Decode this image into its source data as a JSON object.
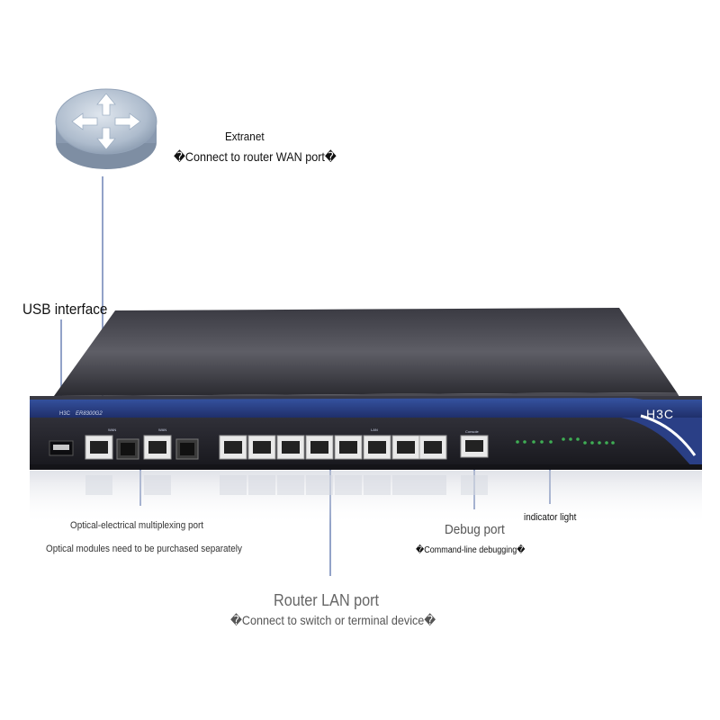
{
  "labels": {
    "extranet_title": "Extranet",
    "extranet_desc": "�Connect to router WAN port�",
    "usb": "USB interface",
    "optical_port": "Optical-electrical multiplexing port",
    "optical_note": "Optical modules need to be purchased separately",
    "debug_title": "Debug port",
    "debug_desc": "�Command-line debugging�",
    "indicator": "indicator light",
    "lan_title": "Router LAN port",
    "lan_desc": "�Connect to switch or terminal device�"
  },
  "device": {
    "brand": "H3C",
    "model": "ER8300G2",
    "small_brand": "H3C",
    "wan_group_label": "WAN",
    "wan2_group_label": "WAN",
    "lan_group_label": "LAN",
    "console_label": "Console"
  },
  "colors": {
    "panel_blue": "#2a3f86",
    "chassis": "#2b2b33",
    "leader_line": "#6f84b5"
  }
}
